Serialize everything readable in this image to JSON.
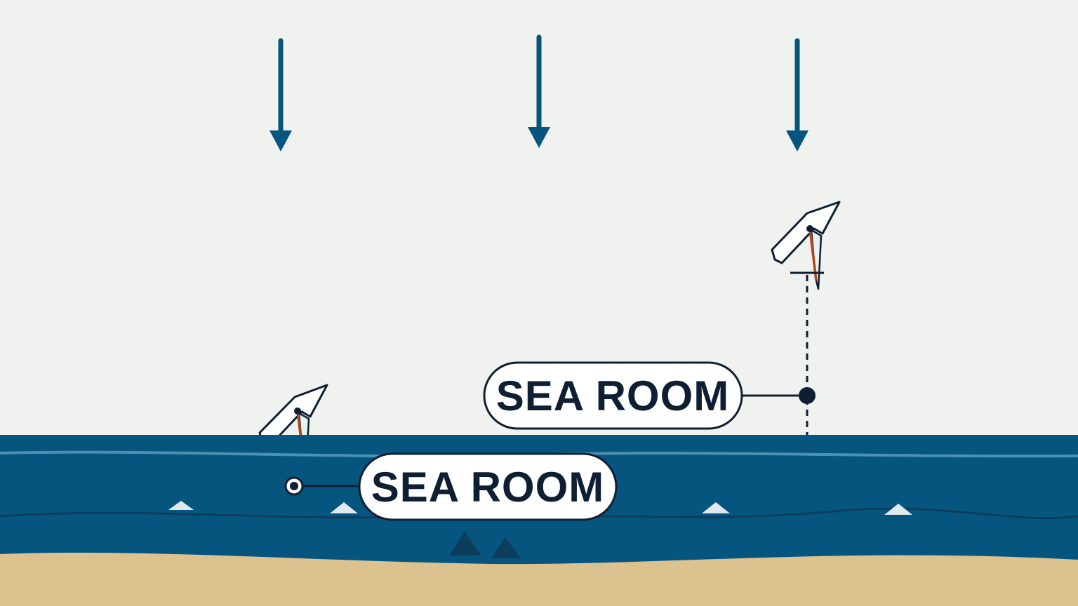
{
  "colors": {
    "sky": "#f0f2ef",
    "sea": "#06557f",
    "sea_dark": "#0d3d5c",
    "sea_highlight": "#4d90b3",
    "sand": "#dcc28f",
    "arrow": "#06557f",
    "ink": "#0f1f33",
    "label_fill": "#ffffff",
    "mast": "#b4441b",
    "sail": "#e6f3f1"
  },
  "wind_arrows": [
    {
      "name": "wind-arrow-left",
      "icon": "down-arrow-icon"
    },
    {
      "name": "wind-arrow-center",
      "icon": "down-arrow-icon"
    },
    {
      "name": "wind-arrow-right",
      "icon": "down-arrow-icon"
    }
  ],
  "callouts": {
    "upper": {
      "text": "SEA ROOM"
    },
    "lower": {
      "text": "SEA ROOM"
    }
  },
  "boats": [
    {
      "name": "boat-near-shore",
      "icon": "sailboat-icon"
    },
    {
      "name": "boat-offshore",
      "icon": "sailboat-icon"
    }
  ]
}
